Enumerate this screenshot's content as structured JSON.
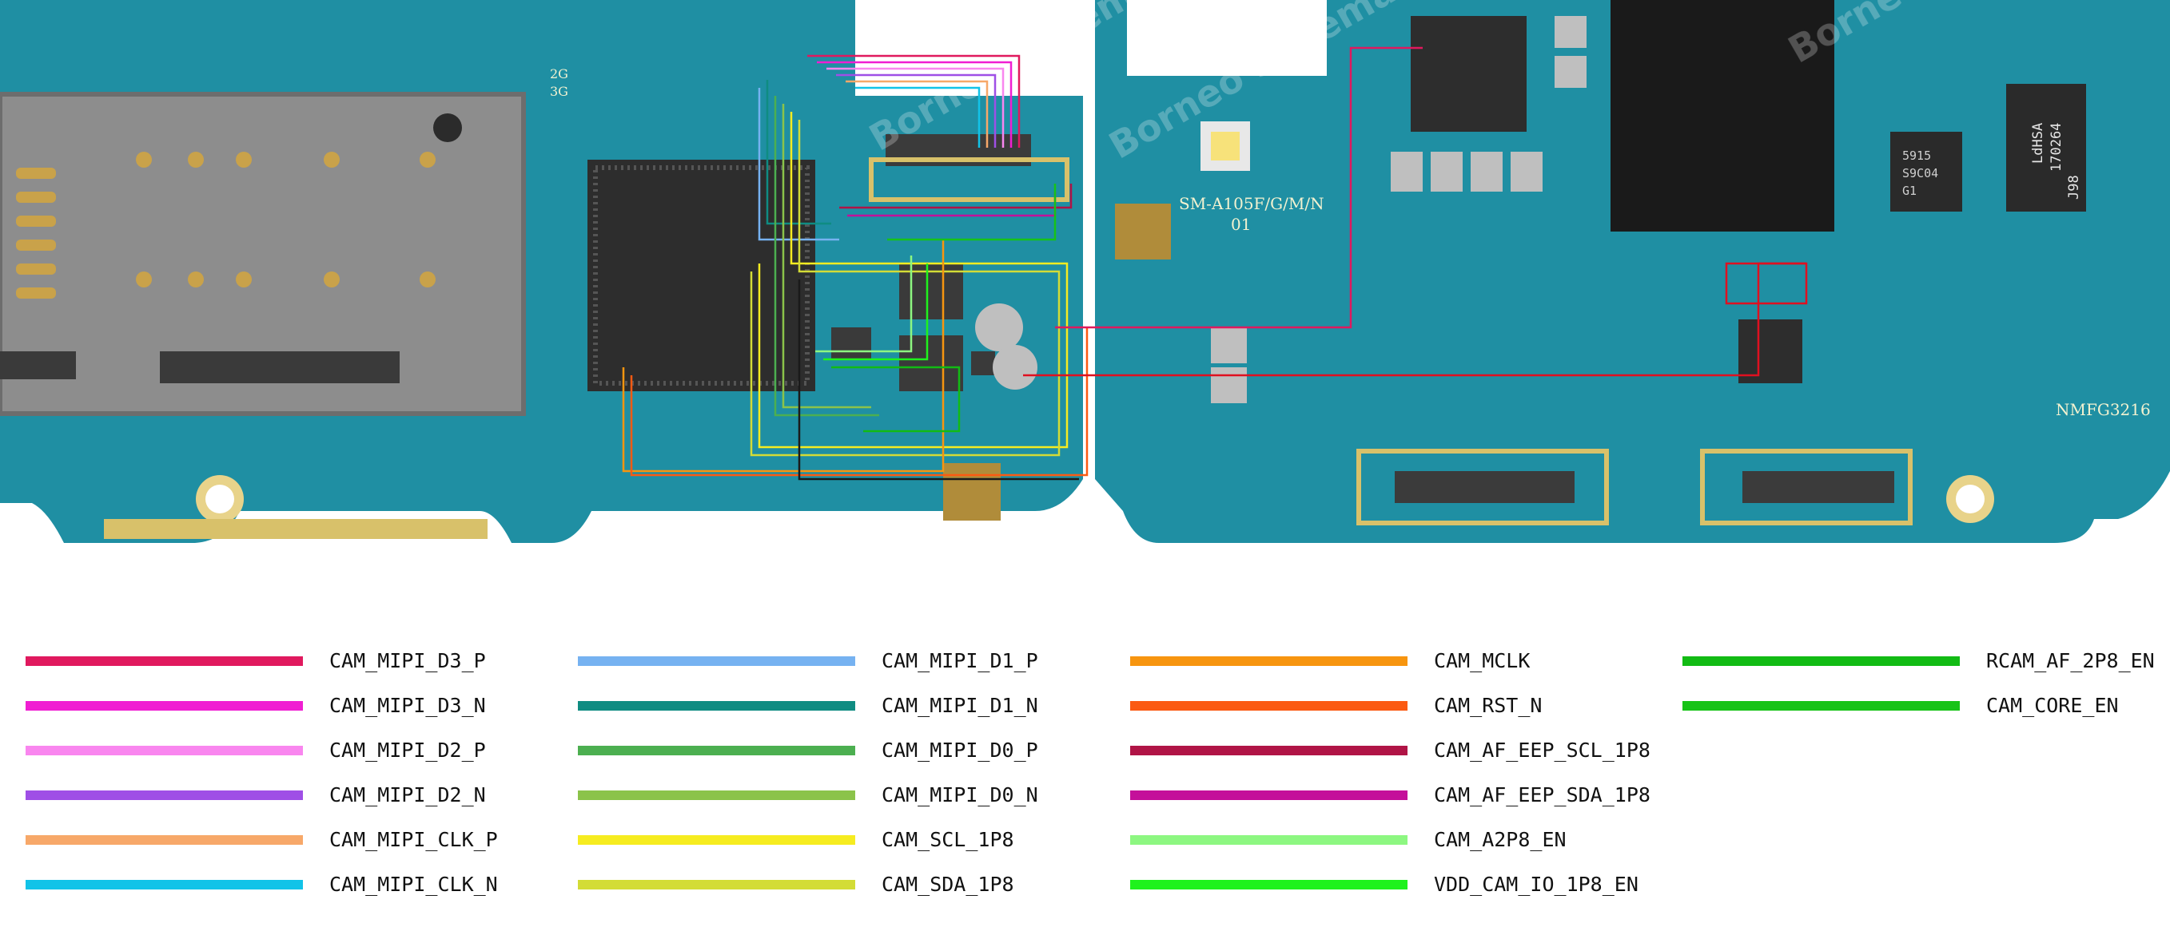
{
  "board": {
    "model_label": "SM-A105F/G/M/N",
    "revision_label": "01",
    "label_2g": "2G",
    "label_3g": "3G",
    "nmfg_label": "NMFG3216",
    "chip_label_1": "LdHSA",
    "chip_label_2": "170264",
    "chip_label_3": "J98",
    "chip_label_4": "5915",
    "chip_label_5": "S9C04",
    "chip_label_6": "G1",
    "watermark": "Borneo Schematics"
  },
  "legend": {
    "items": [
      {
        "label": "CAM_MIPI_D3_P",
        "color": "#e0195e"
      },
      {
        "label": "CAM_MIPI_D3_N",
        "color": "#f01ed2"
      },
      {
        "label": "CAM_MIPI_D2_P",
        "color": "#f986ef"
      },
      {
        "label": "CAM_MIPI_D2_N",
        "color": "#9f4fe6"
      },
      {
        "label": "CAM_MIPI_CLK_P",
        "color": "#f7a869"
      },
      {
        "label": "CAM_MIPI_CLK_N",
        "color": "#12c3e8"
      },
      {
        "label": "CAM_MIPI_D1_P",
        "color": "#76b2f1"
      },
      {
        "label": "CAM_MIPI_D1_N",
        "color": "#0f8c82"
      },
      {
        "label": "CAM_MIPI_D0_P",
        "color": "#4caf50"
      },
      {
        "label": "CAM_MIPI_D0_N",
        "color": "#8bc34a"
      },
      {
        "label": "CAM_SCL_1P8",
        "color": "#f6ec20"
      },
      {
        "label": "CAM_SDA_1P8",
        "color": "#d3dc36"
      },
      {
        "label": "CAM_MCLK",
        "color": "#f7950f"
      },
      {
        "label": "CAM_RST_N",
        "color": "#fb5a12"
      },
      {
        "label": "CAM_AF_EEP_SCL_1P8",
        "color": "#b01446"
      },
      {
        "label": "CAM_AF_EEP_SDA_1P8",
        "color": "#c4109a"
      },
      {
        "label": "CAM_A2P8_EN",
        "color": "#8df781"
      },
      {
        "label": "VDD_CAM_IO_1P8_EN",
        "color": "#1ff21d"
      },
      {
        "label": "RCAM_AF_2P8_EN",
        "color": "#12bb14"
      },
      {
        "label": "CAM_CORE_EN",
        "color": "#17c317"
      }
    ]
  }
}
